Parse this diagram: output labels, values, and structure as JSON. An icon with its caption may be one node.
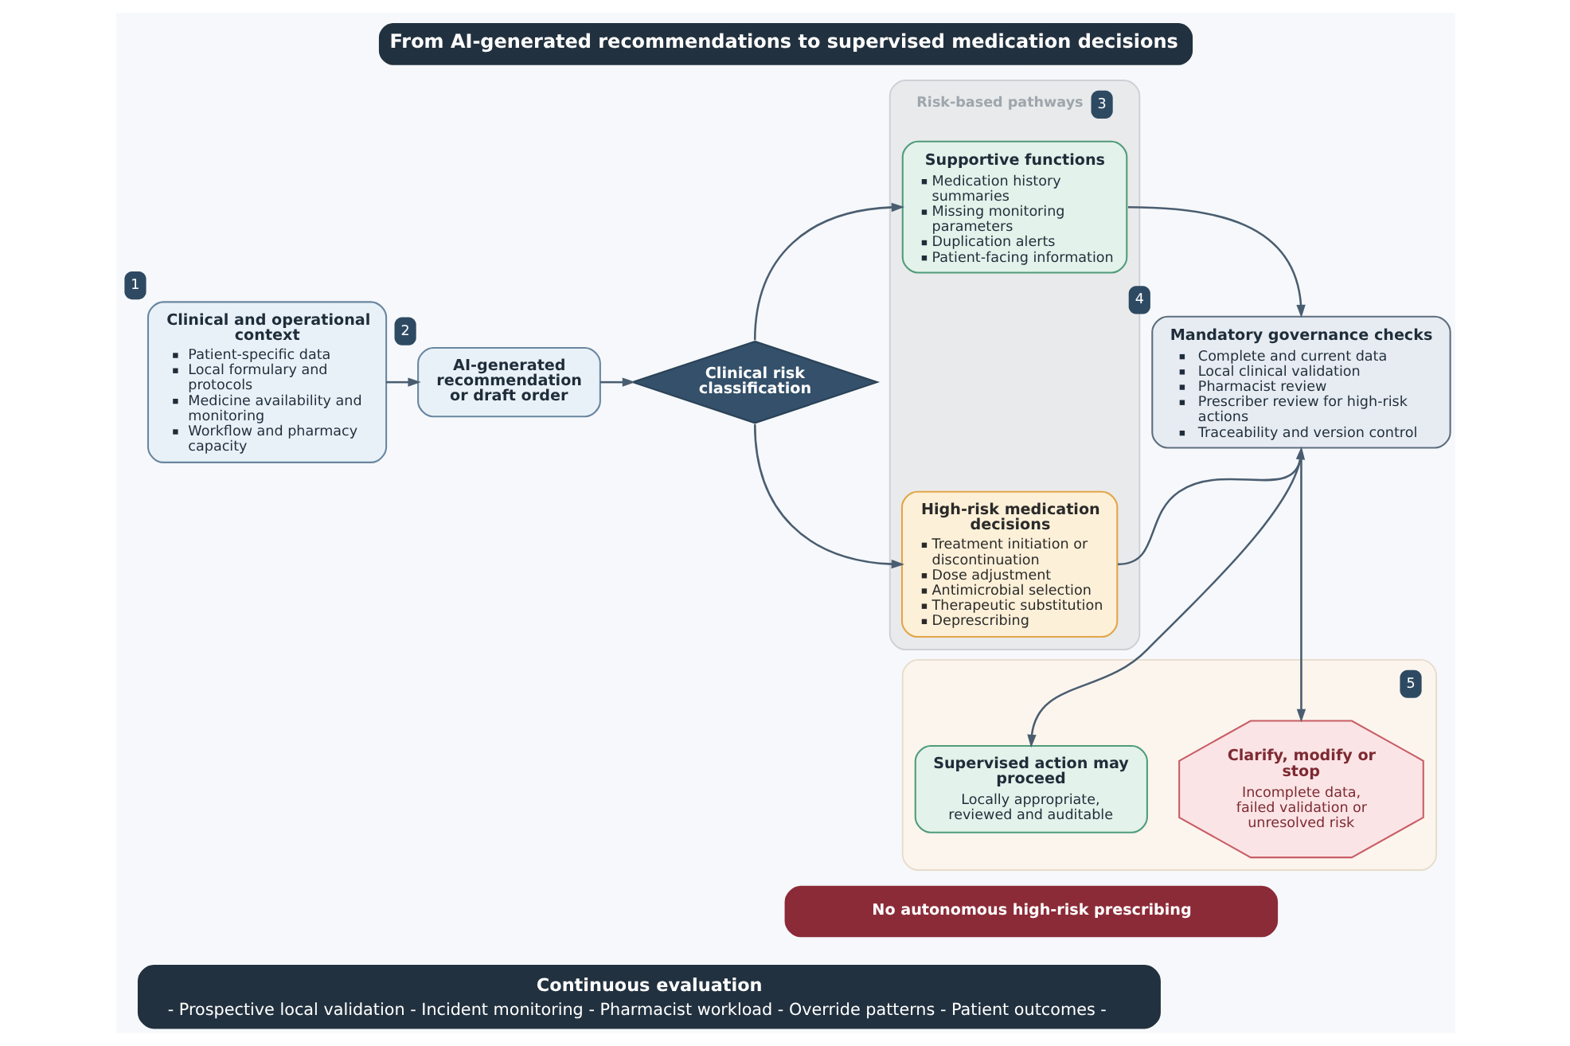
{
  "diagram": {
    "title": "From AI-generated recommendations to supervised medication decisions",
    "nodes": [
      {
        "text": [
          "Clinical and operational context",
          "Patient-specific data",
          "Local formulary and protocols",
          "Medicine availability and monitoring",
          "Workflow and pharmacy capacity"
        ],
        "beside": [
          "1"
        ]
      },
      {
        "text": [
          "AI-generated recommendation or draft order"
        ],
        "beside": [
          "2"
        ]
      },
      {
        "text": [
          "Clinical risk classification"
        ]
      },
      {
        "text": [
          "Risk-based pathways"
        ],
        "beside": [
          "3"
        ]
      },
      {
        "text": [
          "Supportive functions",
          "Medication history summaries",
          "Missing monitoring parameters",
          "Duplication alerts",
          "Patient-facing information"
        ],
        "in": 3
      },
      {
        "text": [
          "High-risk medication decisions",
          "Treatment initiation or discontinuation",
          "Dose adjustment",
          "Antimicrobial selection",
          "Therapeutic substitution",
          "Deprescribing"
        ],
        "in": 3
      },
      {
        "text": [
          "Mandatory governance checks",
          "Complete and current data",
          "Local clinical validation",
          "Pharmacist review",
          "Prescriber review for high-risk actions",
          "Traceability and version control"
        ],
        "beside": [
          "4"
        ]
      },
      {
        "text": [],
        "shape": "box",
        "beside": [
          "5"
        ]
      },
      {
        "text": [
          "Supervised action may proceed",
          "Locally appropriate, reviewed and auditable"
        ],
        "in": 7
      },
      {
        "text": [
          "Clarify, modify or stop",
          "Incomplete data, failed validation or unresolved risk"
        ],
        "in": 7
      },
      {
        "text": [
          "No autonomous high-risk prescribing"
        ]
      },
      {
        "text": [
          "Continuous evaluation",
          "- Prospective local validation - Incident monitoring - Pharmacist workload - Override patterns - Patient outcomes -"
        ]
      }
    ],
    "edges": [
      {
        "from": 0,
        "to": 1,
        "arrow": "to"
      },
      {
        "from": 1,
        "to": 2,
        "arrow": "to"
      },
      {
        "from": 2,
        "to": 4,
        "arrow": "to"
      },
      {
        "from": 2,
        "to": 5,
        "arrow": "to"
      },
      {
        "from": 4,
        "to": 6,
        "arrow": "to"
      },
      {
        "from": 5,
        "to": 6,
        "arrow": "to"
      },
      {
        "from": 6,
        "to": 8,
        "arrow": "to"
      },
      {
        "from": 6,
        "to": 9,
        "arrow": "to"
      }
    ]
  }
}
